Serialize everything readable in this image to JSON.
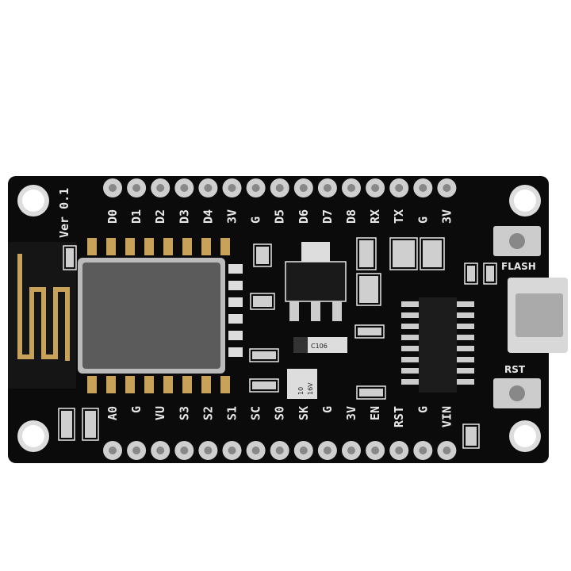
{
  "board": {
    "version_label": "Ver 0.1",
    "top_pins": [
      "D0",
      "D1",
      "D2",
      "D3",
      "D4",
      "3V",
      "G",
      "D5",
      "D6",
      "D7",
      "D8",
      "RX",
      "TX",
      "G",
      "3V"
    ],
    "bottom_pins": [
      "A0",
      "G",
      "VU",
      "S3",
      "S2",
      "S1",
      "SC",
      "S0",
      "SK",
      "G",
      "3V",
      "EN",
      "RST",
      "G",
      "VIN"
    ],
    "flash_label": "FLASH",
    "rst_label": "RST",
    "capacitor_label": "C106",
    "electrolytic_label_1": "10",
    "electrolytic_label_2": "16V"
  },
  "colors": {
    "pcb": "#0b0b0b",
    "silkscreen": "#e8e8e8",
    "pin": "#c9c9c9",
    "gold": "#c9a25a",
    "shield": "#5b5b5b"
  }
}
